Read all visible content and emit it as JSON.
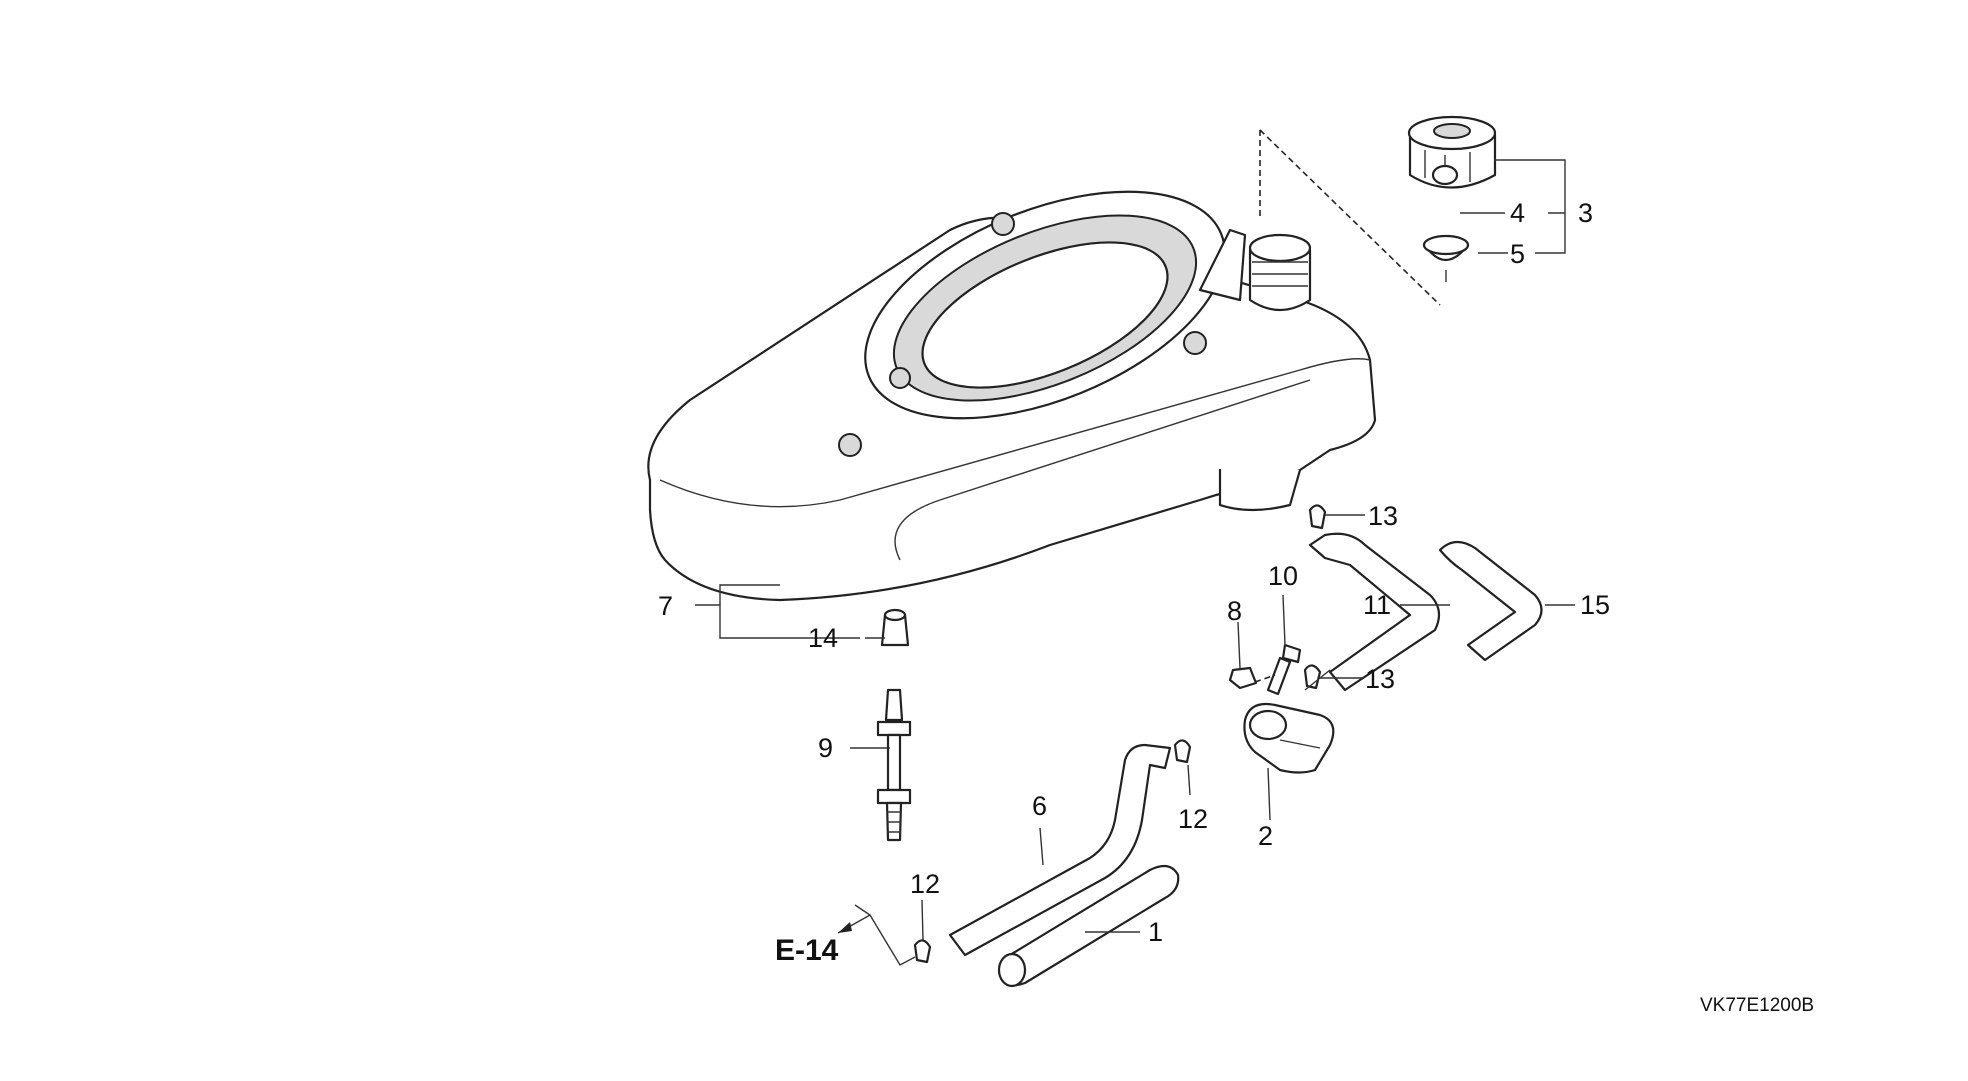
{
  "diagram": {
    "drawing_code": "VK77E1200B",
    "reference": "E-14",
    "callouts": [
      "1",
      "2",
      "3",
      "4",
      "5",
      "6",
      "7",
      "8",
      "9",
      "10",
      "11",
      "12",
      "12",
      "13",
      "13",
      "14",
      "15"
    ]
  }
}
